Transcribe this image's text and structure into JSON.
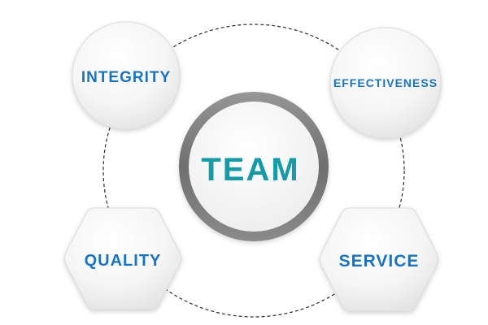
{
  "diagram": {
    "center": {
      "label": "TEAM"
    },
    "nodes": [
      {
        "id": "integrity",
        "label": "INTEGRITY",
        "shape": "circle"
      },
      {
        "id": "effectiveness",
        "label": "EFFECTIVENESS",
        "shape": "circle"
      },
      {
        "id": "quality",
        "label": "QUALITY",
        "shape": "hexagon"
      },
      {
        "id": "service",
        "label": "SERVICE",
        "shape": "hexagon"
      }
    ],
    "colors": {
      "node_label": "#1b73bd",
      "center_label": "#1899a6",
      "center_ring": "#7c7c7c",
      "dashed_orbit": "#2a2a2a"
    }
  }
}
